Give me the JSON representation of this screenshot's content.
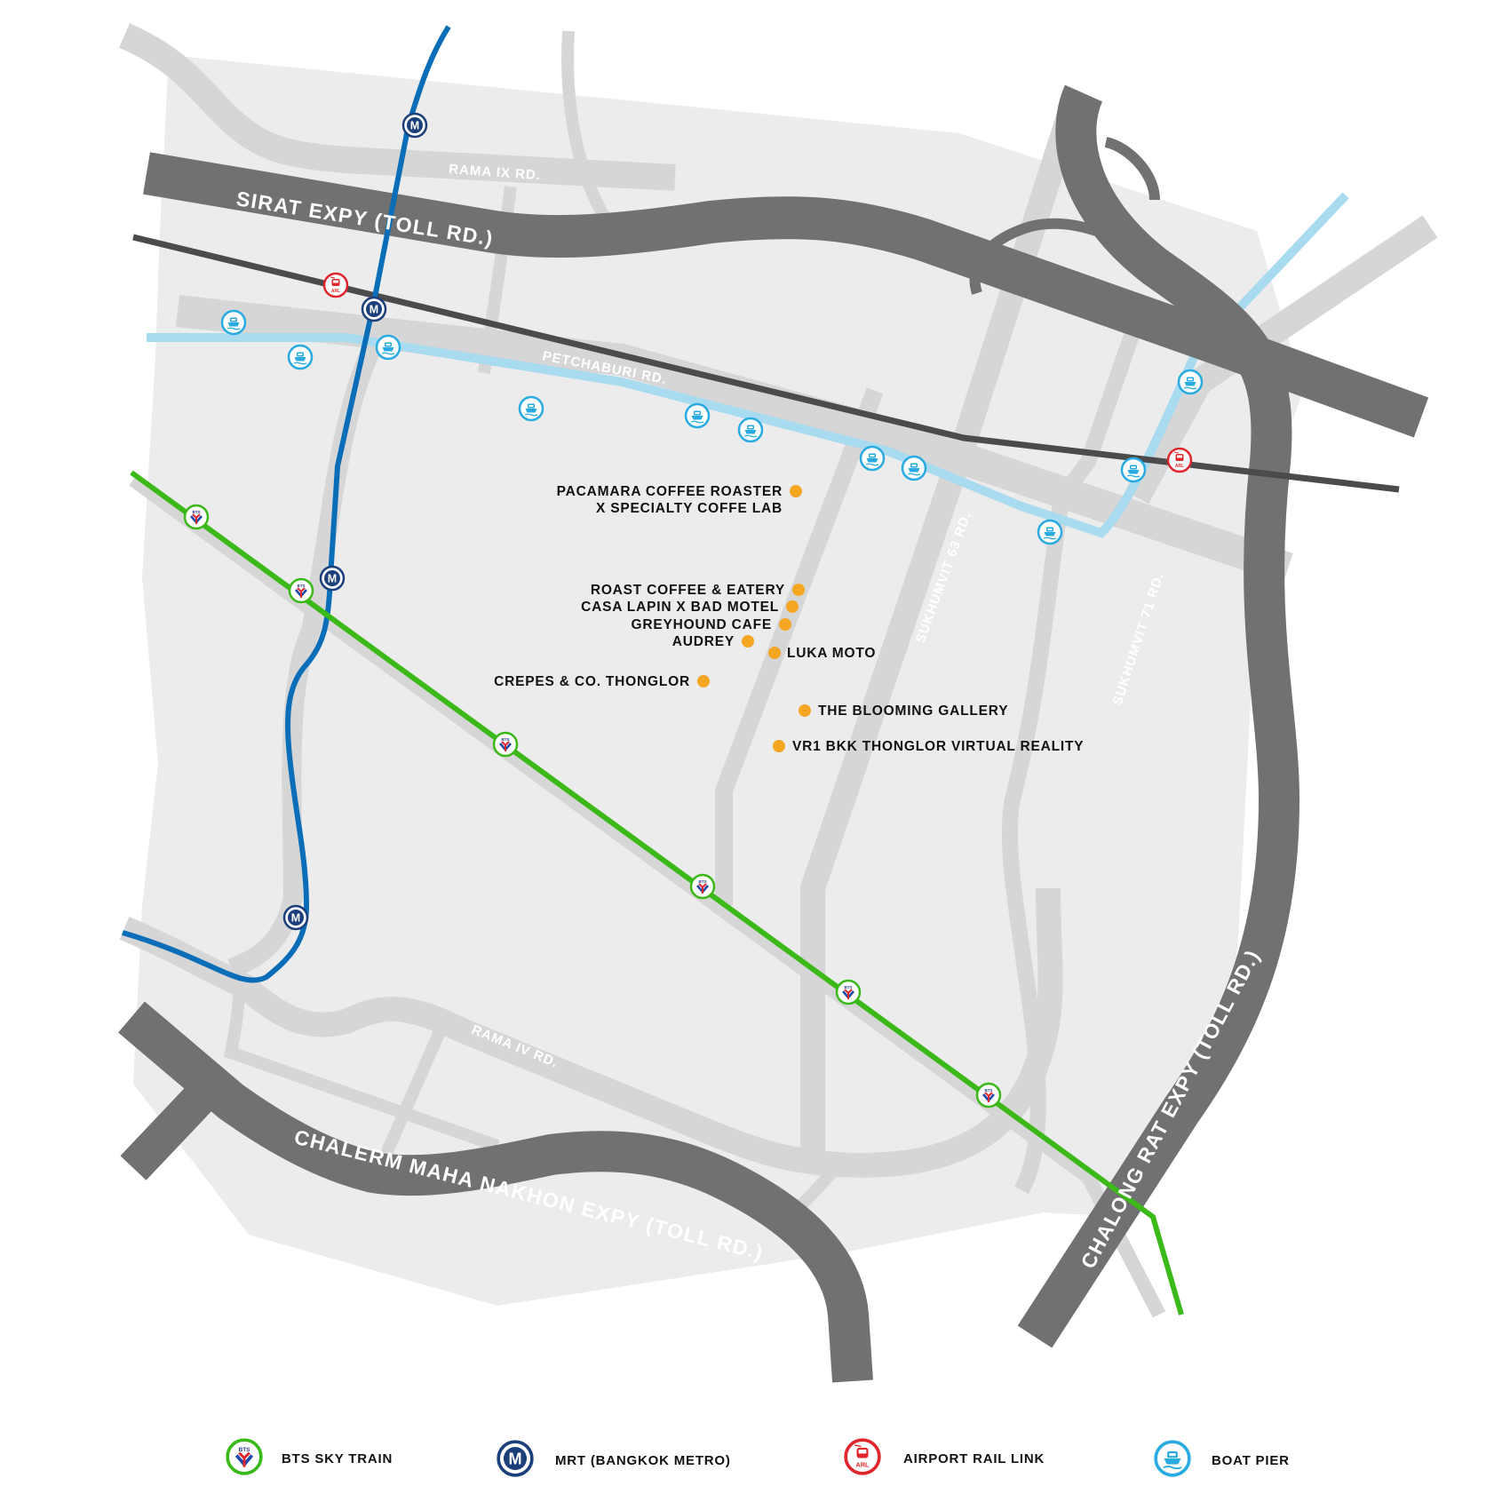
{
  "colors": {
    "area": "#ececec",
    "minor_road": "#d6d6d6",
    "expressway": "#717171",
    "bts": "#3ab918",
    "mrt": "#0a6db7",
    "arl": "#4b4b4b",
    "canal": "#a8daf0",
    "place_dot": "#f5a623",
    "arl_icon": "#e0262d",
    "boat_icon": "#29abe2",
    "mrt_icon": "#1b3f7a"
  },
  "roads": {
    "rama_ix": "RAMA IX RD.",
    "petchaburi": "PETCHABURI RD.",
    "sukhumvit_63": "SUKHUMVIT 63 RD.",
    "sukhumvit_71": "SUKHUMVIT 71 RD.",
    "rama_iv": "RAMA IV RD.",
    "sirat_expy": "SIRAT EXPY (TOLL RD.)",
    "chalong_rat_expy": "CHALONG RAT EXPY (TOLL RD.)",
    "chalerm_expy": "CHALERM MAHA NAKHON EXPY (TOLL RD.)"
  },
  "places": [
    {
      "name": "PACAMARA COFFEE ROASTER",
      "name2": "X SPECIALTY COFFE LAB"
    },
    {
      "name": "ROAST COFFEE & EATERY"
    },
    {
      "name": "CASA LAPIN X BAD MOTEL"
    },
    {
      "name": "GREYHOUND CAFE"
    },
    {
      "name": "AUDREY"
    },
    {
      "name": "LUKA MOTO"
    },
    {
      "name": "CREPES & CO. THONGLOR"
    },
    {
      "name": "THE BLOOMING GALLERY"
    },
    {
      "name": "VR1 BKK THONGLOR VIRTUAL REALITY"
    }
  ],
  "icons": {
    "bts": "bts-station-icon",
    "mrt": "mrt-station-icon",
    "arl": "airport-rail-link-icon",
    "boat": "boat-pier-icon",
    "mrt_letter": "M",
    "arl_text": "ARL",
    "bts_text": "BTS"
  },
  "legend": {
    "bts": "BTS SKY TRAIN",
    "mrt": "MRT (BANGKOK METRO)",
    "arl": "AIRPORT RAIL LINK",
    "boat": "BOAT PIER"
  }
}
